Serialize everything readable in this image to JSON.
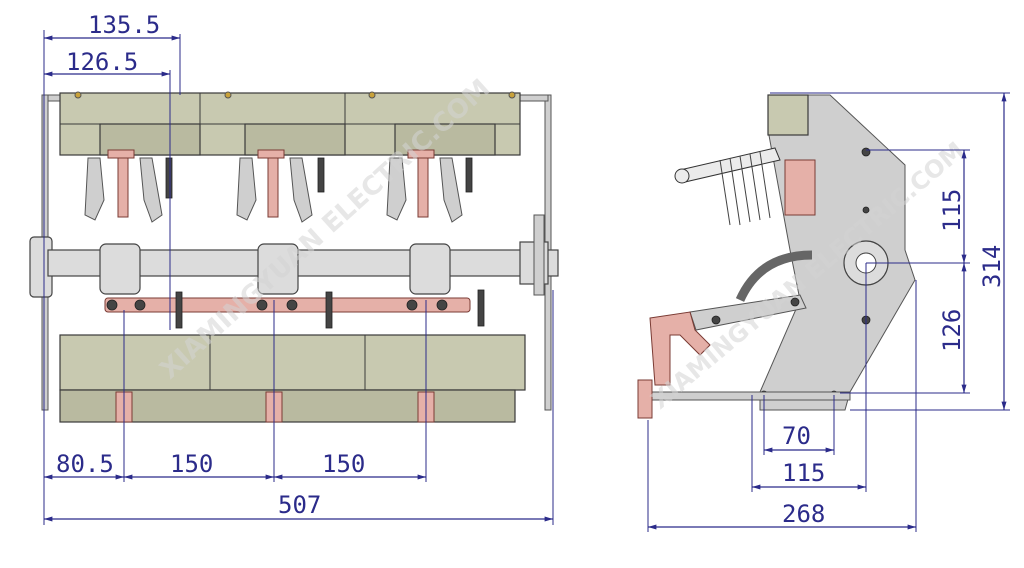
{
  "front_view": {
    "dims": {
      "top1": "135.5",
      "top2": "126.5",
      "pitch1": "80.5",
      "pitch2": "150",
      "pitch3": "150",
      "total_width": "507"
    }
  },
  "side_view": {
    "dims": {
      "upper": "115",
      "lower": "126",
      "height": "314",
      "hole1": "70",
      "hole2": "115",
      "depth": "268"
    }
  },
  "watermark": {
    "front": "XIAMINGYUAN ELECTRIC.COM",
    "side": "XIAMINGYUAN ELECTRIC.COM"
  },
  "colors": {
    "dimension": "#2b2b8a",
    "body": "#c8c9b0",
    "copper": "#e5b0a8"
  }
}
